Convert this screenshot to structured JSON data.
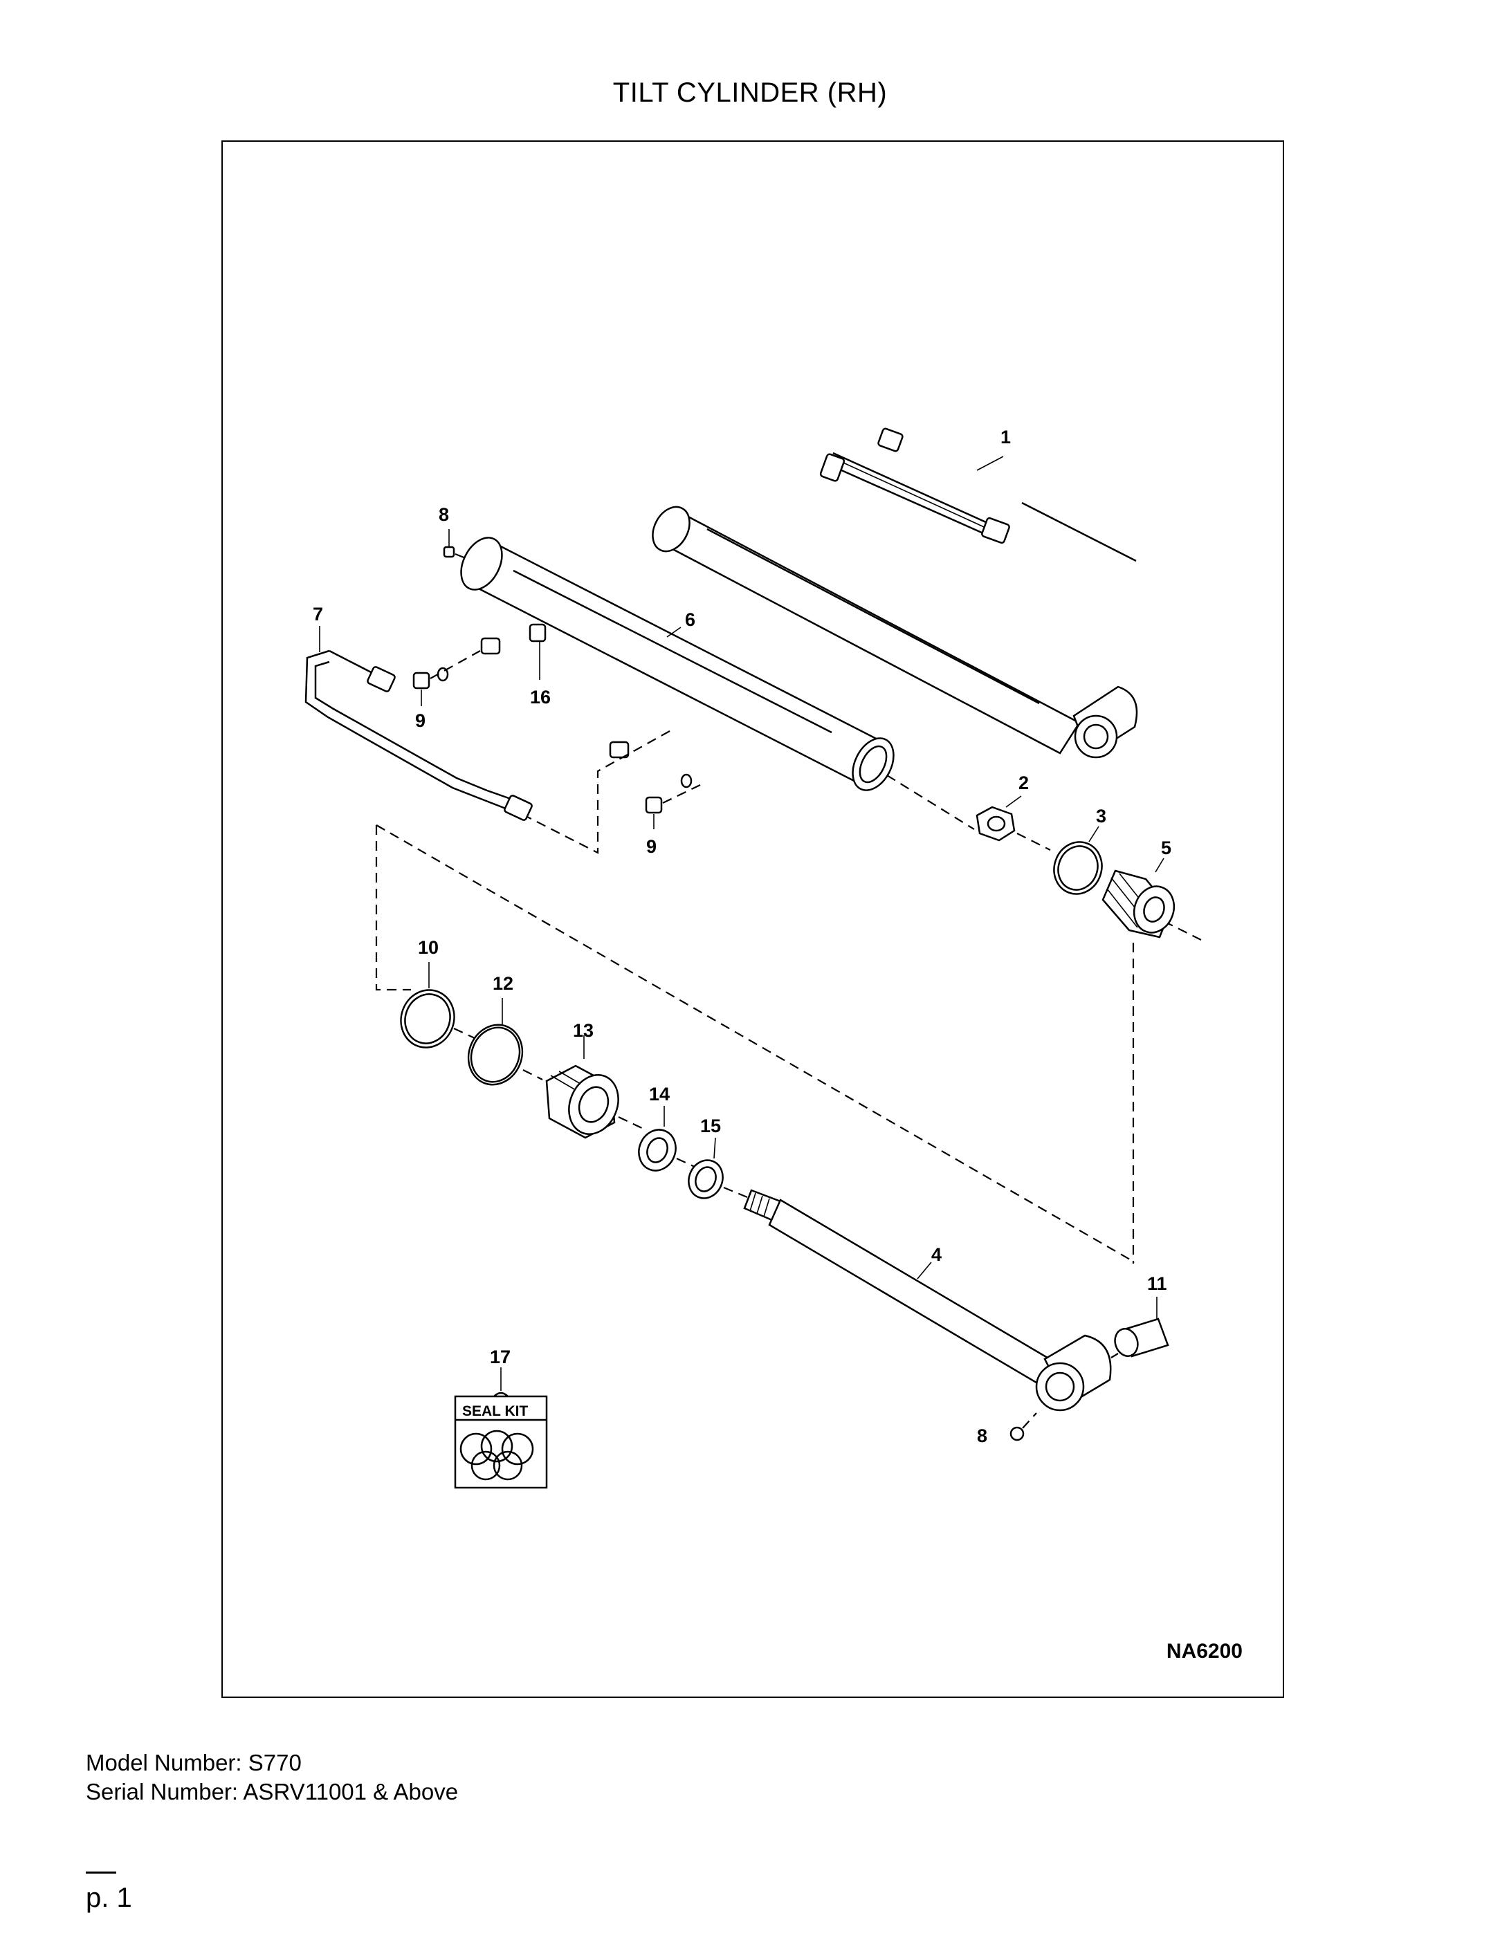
{
  "title": "TILT CYLINDER (RH)",
  "drawing_code": "NA6200",
  "model_line": "Model Number: S770",
  "serial_line": "Serial Number: ASRV11001 & Above",
  "page_label": "p. 1",
  "seal_kit_label": "SEAL KIT",
  "callouts": {
    "c1": "1",
    "c2": "2",
    "c3": "3",
    "c4": "4",
    "c5": "5",
    "c6": "6",
    "c7": "7",
    "c8a": "8",
    "c8b": "8",
    "c9a": "9",
    "c9b": "9",
    "c10": "10",
    "c11": "11",
    "c12": "12",
    "c13": "13",
    "c14": "14",
    "c15": "15",
    "c16": "16",
    "c17": "17"
  }
}
